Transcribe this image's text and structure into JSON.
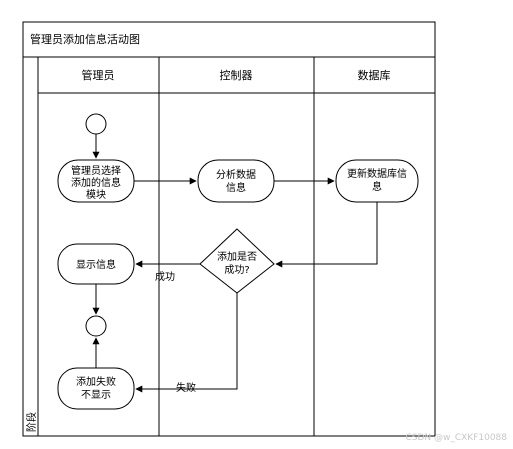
{
  "diagram": {
    "title": "管理员添加信息活动图",
    "stage_label": "阶段",
    "lanes": [
      {
        "name": "管理员"
      },
      {
        "name": "控制器"
      },
      {
        "name": "数据库"
      }
    ],
    "nodes": {
      "select_module": [
        "管理员选择",
        "添加的信息",
        "模块"
      ],
      "analyze": [
        "分析数据",
        "信息"
      ],
      "update_db": [
        "更新数据库信",
        "息"
      ],
      "decision": [
        "添加是否",
        "成功?"
      ],
      "show_info": [
        "显示信息"
      ],
      "fail_show": [
        "添加失败",
        "不显示"
      ]
    },
    "edges": {
      "success": "成功",
      "failure": "失败"
    }
  },
  "watermark": "CSDN @w_CXKF10088"
}
